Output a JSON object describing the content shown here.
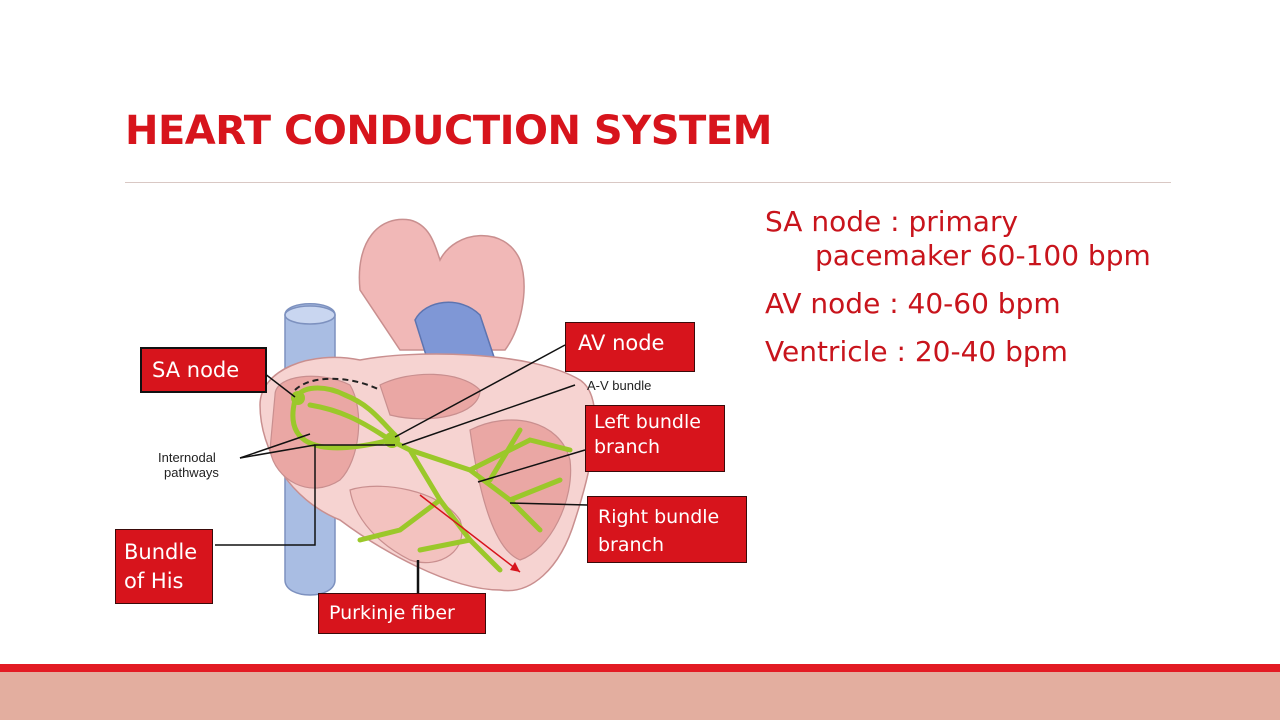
{
  "slide": {
    "title": "HEART CONDUCTION SYSTEM"
  },
  "diagram": {
    "callouts": {
      "sa_node": "SA node",
      "av_node": "AV node",
      "left_bundle_branch_line1": "Left bundle",
      "left_bundle_branch_line2": "branch",
      "right_bundle_branch_line1": "Right bundle",
      "right_bundle_branch_line2": "branch",
      "bundle_of_his_line1": "Bundle",
      "bundle_of_his_line2": "of His",
      "purkinje_fiber": "Purkinje fiber"
    },
    "labels": {
      "av_bundle": "A-V bundle",
      "internodal_line1": "Internodal",
      "internodal_line2": "pathways"
    }
  },
  "notes": {
    "sa_line1": "SA node : primary",
    "sa_line2": "pacemaker 60-100 bpm",
    "av": "AV node : 40-60 bpm",
    "ventricle": "Ventricle : 20-40 bpm"
  },
  "colors": {
    "accent": "#d7141c",
    "footer_band": "#e3ae9f",
    "conduction_path": "#9bc82a"
  }
}
